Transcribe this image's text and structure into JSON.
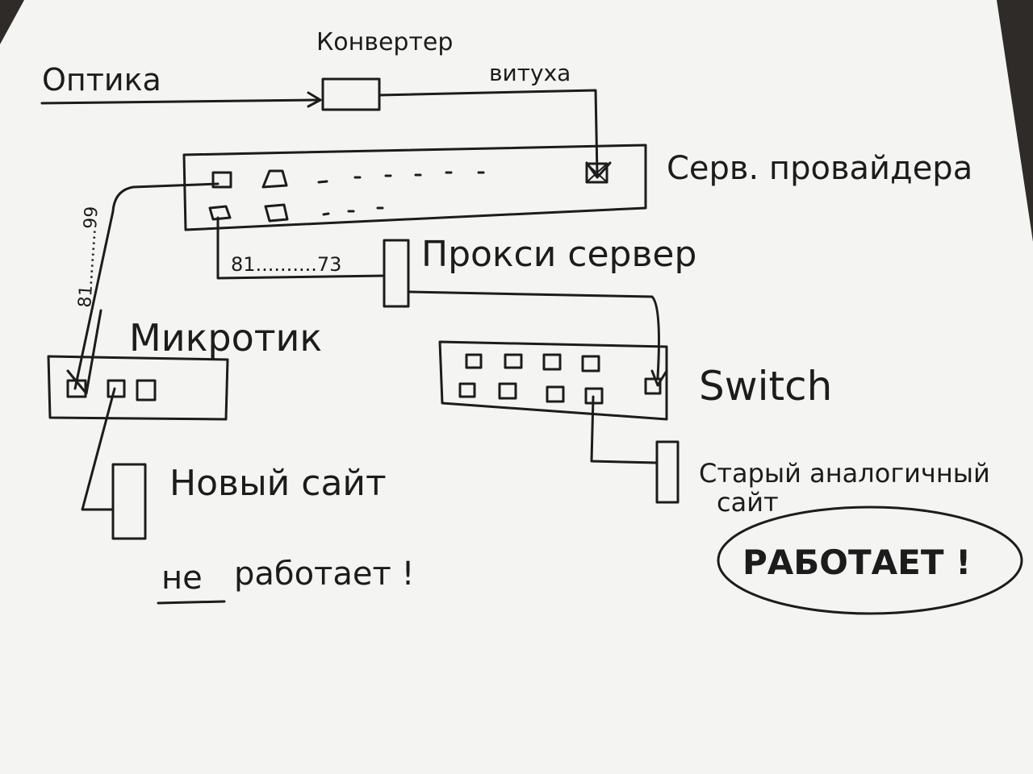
{
  "colors": {
    "paper": "#f4f4f2",
    "ink": "#1c1c1c",
    "background": "#2e2b28"
  },
  "labels": {
    "optika": "Оптика",
    "konverter": "Конвертер",
    "vitukha": "витуха",
    "serv_provider": "Серв. провайдера",
    "range_vertical": "81..........99",
    "range_horizontal": "81..........73",
    "proxy": "Прокси сервер",
    "mikrotik": "Микротик",
    "switch": "Switch",
    "new_site": "Новый сайт",
    "not_working_prefix": "не",
    "not_working_rest": "работает !",
    "old_site_line1": "Старый аналогичный",
    "old_site_line2": "сайт",
    "working": "РАБОТАЕТ !"
  }
}
